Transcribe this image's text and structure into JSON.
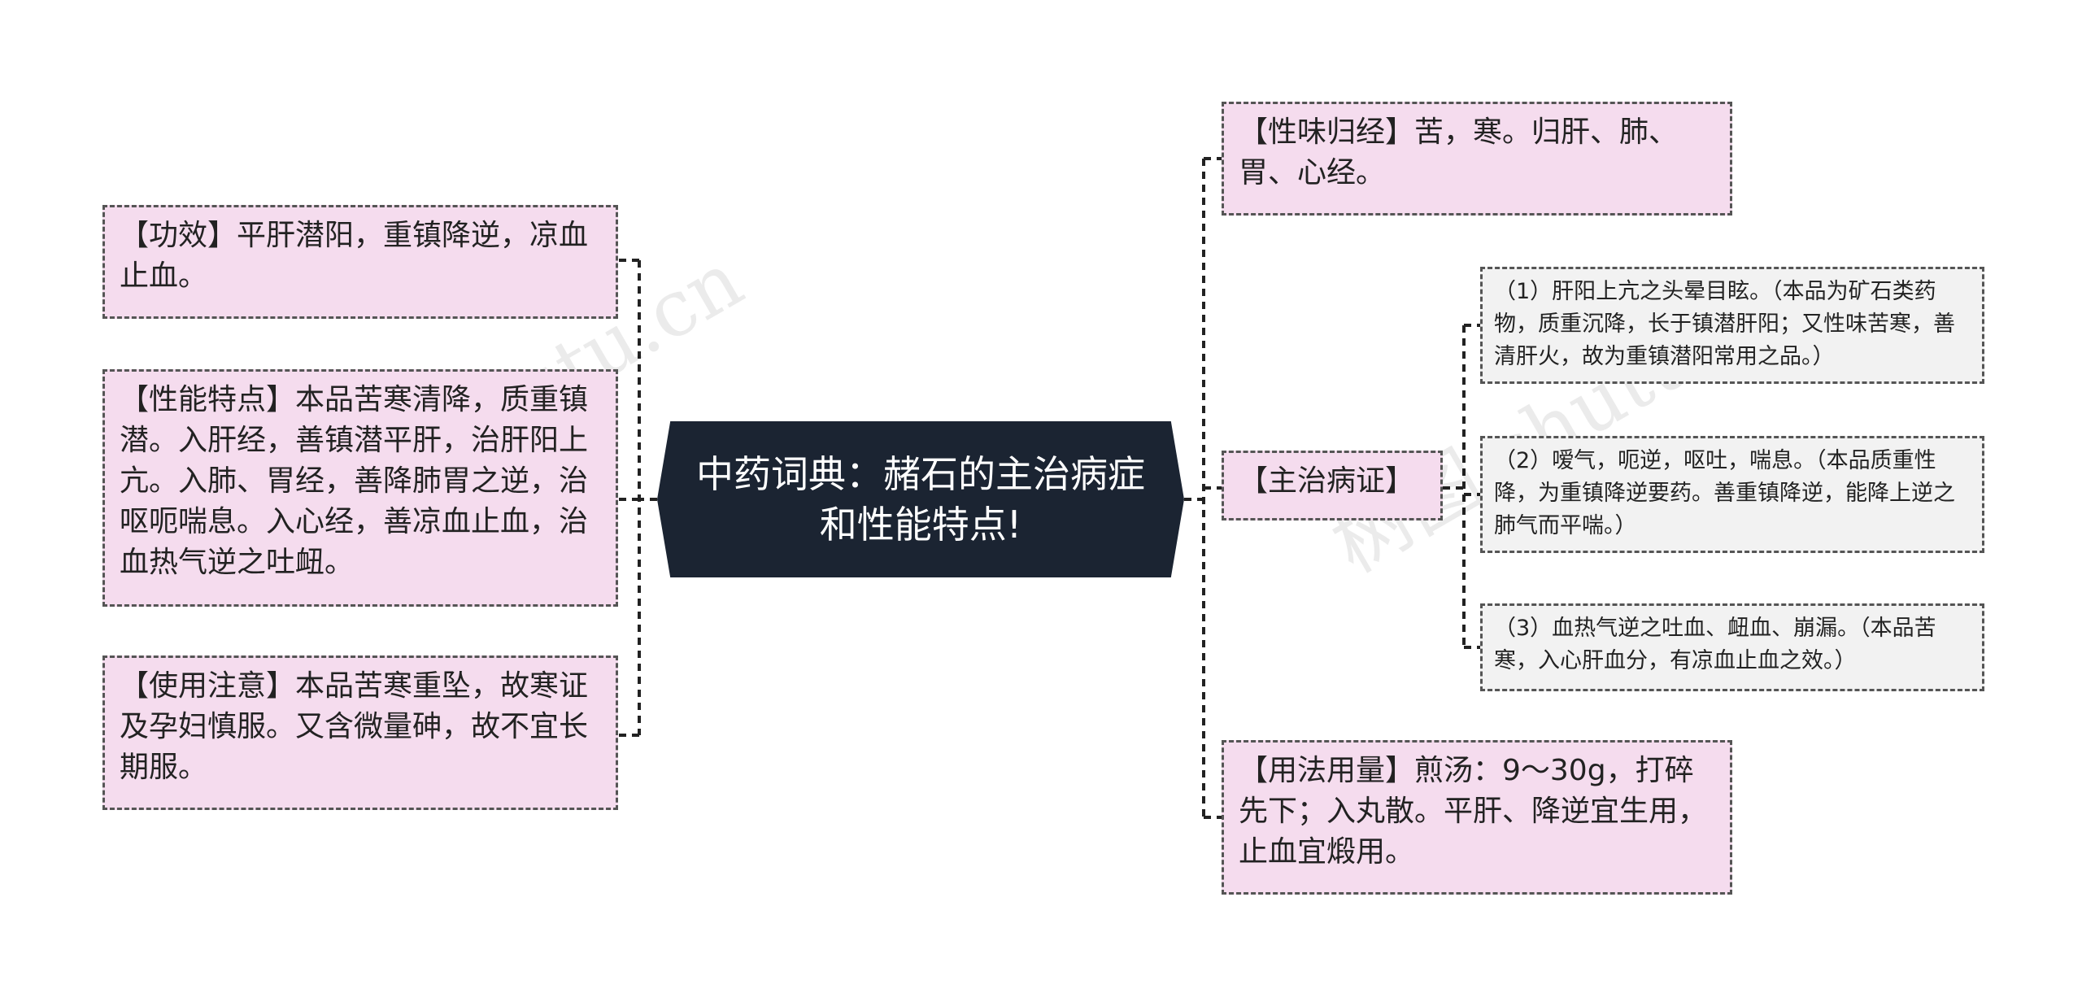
{
  "center": {
    "title": "中药词典：赭石的主治病症和性能特点!"
  },
  "left_nodes": [
    {
      "text": "【功效】平肝潜阳，重镇降逆，凉血止血。"
    },
    {
      "text": "【性能特点】本品苦寒清降，质重镇潜。入肝经，善镇潜平肝，治肝阳上亢。入肺、胃经，善降肺胃之逆，治呕呃喘息。入心经，善凉血止血，治血热气逆之吐衄。"
    },
    {
      "text": "【使用注意】本品苦寒重坠，故寒证及孕妇慎服。又含微量砷，故不宜长期服。"
    }
  ],
  "right_nodes": [
    {
      "text": "【性味归经】苦，寒。归肝、肺、胃、心经。"
    },
    {
      "text": "【主治病证】"
    },
    {
      "text": "【用法用量】煎汤：9～30g，打碎先下；入丸散。平肝、降逆宜生用，止血宜煅用。"
    }
  ],
  "sub_nodes": [
    {
      "text": "（1）肝阳上亢之头晕目眩。（本品为矿石类药物，质重沉降，长于镇潜肝阳；又性味苦寒，善清肝火，故为重镇潜阳常用之品。）"
    },
    {
      "text": "（2）嗳气，呃逆，呕吐，喘息。（本品质重性降，为重镇降逆要药。善重镇降逆，能降上逆之肺气而平喘。）"
    },
    {
      "text": "（3）血热气逆之吐血、衄血、崩漏。（本品苦寒，入心肝血分，有凉血止血之效。）"
    }
  ],
  "watermarks": [
    "树图 shutu.cn",
    "树图 shutu.cn"
  ],
  "colors": {
    "node_fill": "#f5dcee",
    "sub_fill": "#f2f2f2",
    "center_fill": "#1b2432",
    "line": "#222222"
  }
}
